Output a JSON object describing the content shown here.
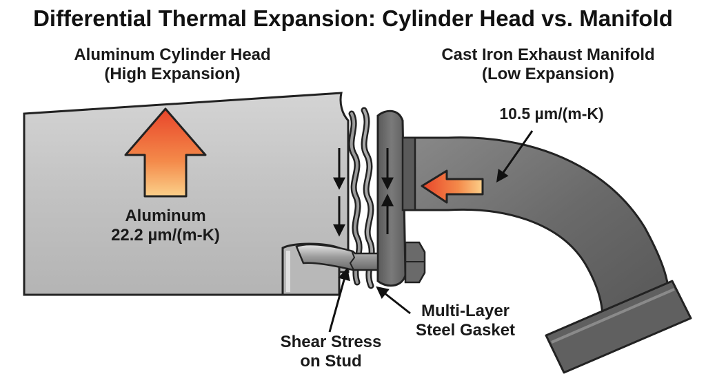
{
  "title": "Differential Thermal Expansion: Cylinder Head vs. Manifold",
  "cylinder_head": {
    "name_line1": "Aluminum Cylinder Head",
    "name_line2": "(High Expansion)",
    "material": "Aluminum",
    "coefficient": "22.2 µm/(m-K)"
  },
  "manifold": {
    "name_line1": "Cast Iron Exhaust Manifold",
    "name_line2": "(Low Expansion)",
    "coefficient": "10.5 µm/(m-K)"
  },
  "callouts": {
    "shear_line1": "Shear Stress",
    "shear_line2": "on Stud",
    "gasket_line1": "Multi-Layer",
    "gasket_line2": "Steel Gasket"
  },
  "colors": {
    "head_fill": "#c8c8c8",
    "manifold_fill": "#6e6e6e",
    "arrow_top": "#e8452a",
    "arrow_bottom": "#f9c77a",
    "outline": "#222222"
  }
}
